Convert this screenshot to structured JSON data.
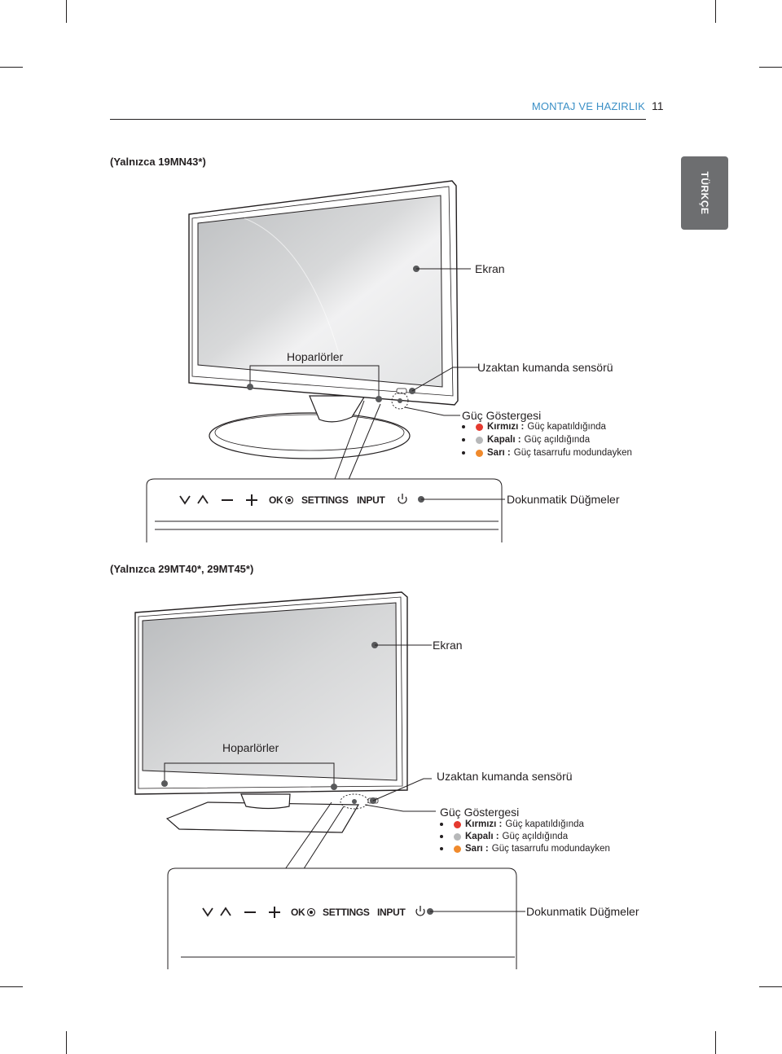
{
  "header": {
    "section_title": "MONTAJ VE HAZIRLIK",
    "page_number": "11"
  },
  "side_tab": {
    "label": "TÜRKÇE",
    "color": "#6d6e70"
  },
  "colors": {
    "header_accent": "#3a8fc6",
    "red_led": "#e53a2f",
    "off_led": "#b7b8b9",
    "orange_led": "#f08a2c"
  },
  "sections": [
    {
      "title": "(Yalnızca 19MN43*)",
      "labels": {
        "screen": "Ekran",
        "speakers": "Hoparlörler",
        "remote_sensor": "Uzaktan kumanda sensörü",
        "power_indicator": "Güç Göstergesi",
        "touch_buttons": "Dokunmatik Düğmeler"
      },
      "power_states": [
        {
          "term": "Kırmızı :",
          "desc": "Güç kapatıldığında",
          "color_icon": "red-led-icon"
        },
        {
          "term": "Kapalı :",
          "desc": "Güç açıldığında",
          "color_icon": "grey-led-icon"
        },
        {
          "term": "Sarı :",
          "desc": "Güç tasarrufu modundayken",
          "color_icon": "orange-led-icon"
        }
      ],
      "buttons": [
        "chevron-down-icon",
        "chevron-up-icon",
        "minus-icon",
        "plus-icon",
        "OK",
        "SETTINGS",
        "INPUT",
        "power-icon"
      ]
    },
    {
      "title": "(Yalnızca 29MT40*, 29MT45*)",
      "labels": {
        "screen": "Ekran",
        "speakers": "Hoparlörler",
        "remote_sensor": "Uzaktan kumanda sensörü",
        "power_indicator": "Güç Göstergesi",
        "touch_buttons": "Dokunmatik Düğmeler"
      },
      "power_states": [
        {
          "term": "Kırmızı :",
          "desc": "Güç kapatıldığında",
          "color_icon": "red-led-icon"
        },
        {
          "term": "Kapalı :",
          "desc": "Güç açıldığında",
          "color_icon": "grey-led-icon"
        },
        {
          "term": "Sarı :",
          "desc": "Güç tasarrufu modundayken",
          "color_icon": "orange-led-icon"
        }
      ],
      "buttons": [
        "chevron-down-icon",
        "chevron-up-icon",
        "minus-icon",
        "plus-icon",
        "OK",
        "SETTINGS",
        "INPUT",
        "power-icon"
      ]
    }
  ]
}
